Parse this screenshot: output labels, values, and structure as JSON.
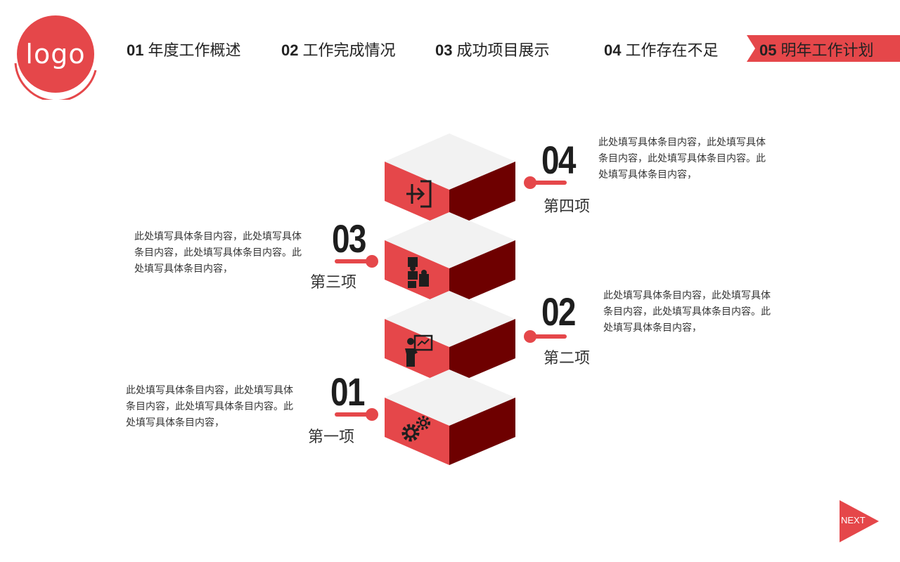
{
  "logo": {
    "text": "logo"
  },
  "nav": [
    {
      "num": "01",
      "label": "年度工作概述"
    },
    {
      "num": "02",
      "label": "工作完成情况"
    },
    {
      "num": "03",
      "label": "成功项目展示"
    },
    {
      "num": "04",
      "label": "工作存在不足"
    },
    {
      "num": "05",
      "label": "明年工作计划",
      "active": true
    }
  ],
  "items": [
    {
      "num": "01",
      "label": "第一项",
      "desc": "此处填写具体条目内容，此处填写具体条目内容，此处填写具体条目内容。此处填写具体条目内容，",
      "icon": "gears-icon"
    },
    {
      "num": "02",
      "label": "第二项",
      "desc": "此处填写具体条目内容，此处填写具体条目内容，此处填写具体条目内容。此处填写具体条目内容，",
      "icon": "presenter-icon"
    },
    {
      "num": "03",
      "label": "第三项",
      "desc": "此处填写具体条目内容，此处填写具体条目内容，此处填写具体条目内容。此处填写具体条目内容，",
      "icon": "puzzle-icon"
    },
    {
      "num": "04",
      "label": "第四项",
      "desc": "此处填写具体条目内容，此处填写具体条目内容，此处填写具体条目内容。此处填写具体条目内容，",
      "icon": "exit-door-icon"
    }
  ],
  "next": {
    "label": "NEXT"
  },
  "colors": {
    "accent": "#e5474a",
    "cube_front": "#e5474a",
    "cube_side": "#6e0000",
    "cube_top": "#f2f2f2",
    "text_dark": "#1e1e1e"
  }
}
